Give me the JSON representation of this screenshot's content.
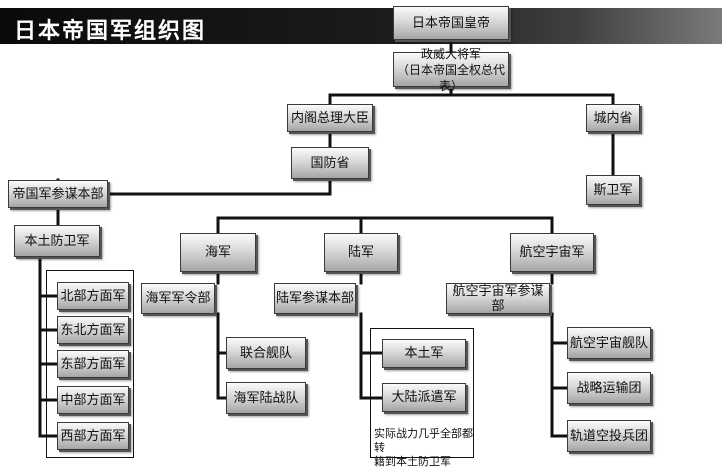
{
  "title": "日本帝国军组织图",
  "nodes": {
    "emperor": "日本帝国皇帝",
    "marshal_line1": "政威大将军",
    "marshal_line2": "（日本帝国全权总代表）",
    "cabinet": "内阁总理大臣",
    "castle": "城内省",
    "defense": "国防省",
    "guard": "斯卫军",
    "imperial_staff": "帝国军参谋本部",
    "home_defense": "本土防卫军",
    "north": "北部方面军",
    "northeast": "东北方面军",
    "east": "东部方面军",
    "central": "中部方面军",
    "west": "西部方面军",
    "navy": "海军",
    "army": "陆军",
    "aerospace": "航空宇宙军",
    "navy_command": "海军军令部",
    "army_staff": "陆军参谋本部",
    "aerospace_staff": "航空宇宙军参谋部",
    "combined_fleet": "联合舰队",
    "marines": "海军陆战队",
    "homeland": "本土军",
    "continental": "大陆派遣军",
    "space_fleet": "航空宇宙舰队",
    "strategic_transport": "战略运输团",
    "orbital_drop": "轨道空投兵团"
  },
  "note": {
    "line1": "实际战力几乎全部都转",
    "line2": "籍到本土防卫军"
  }
}
